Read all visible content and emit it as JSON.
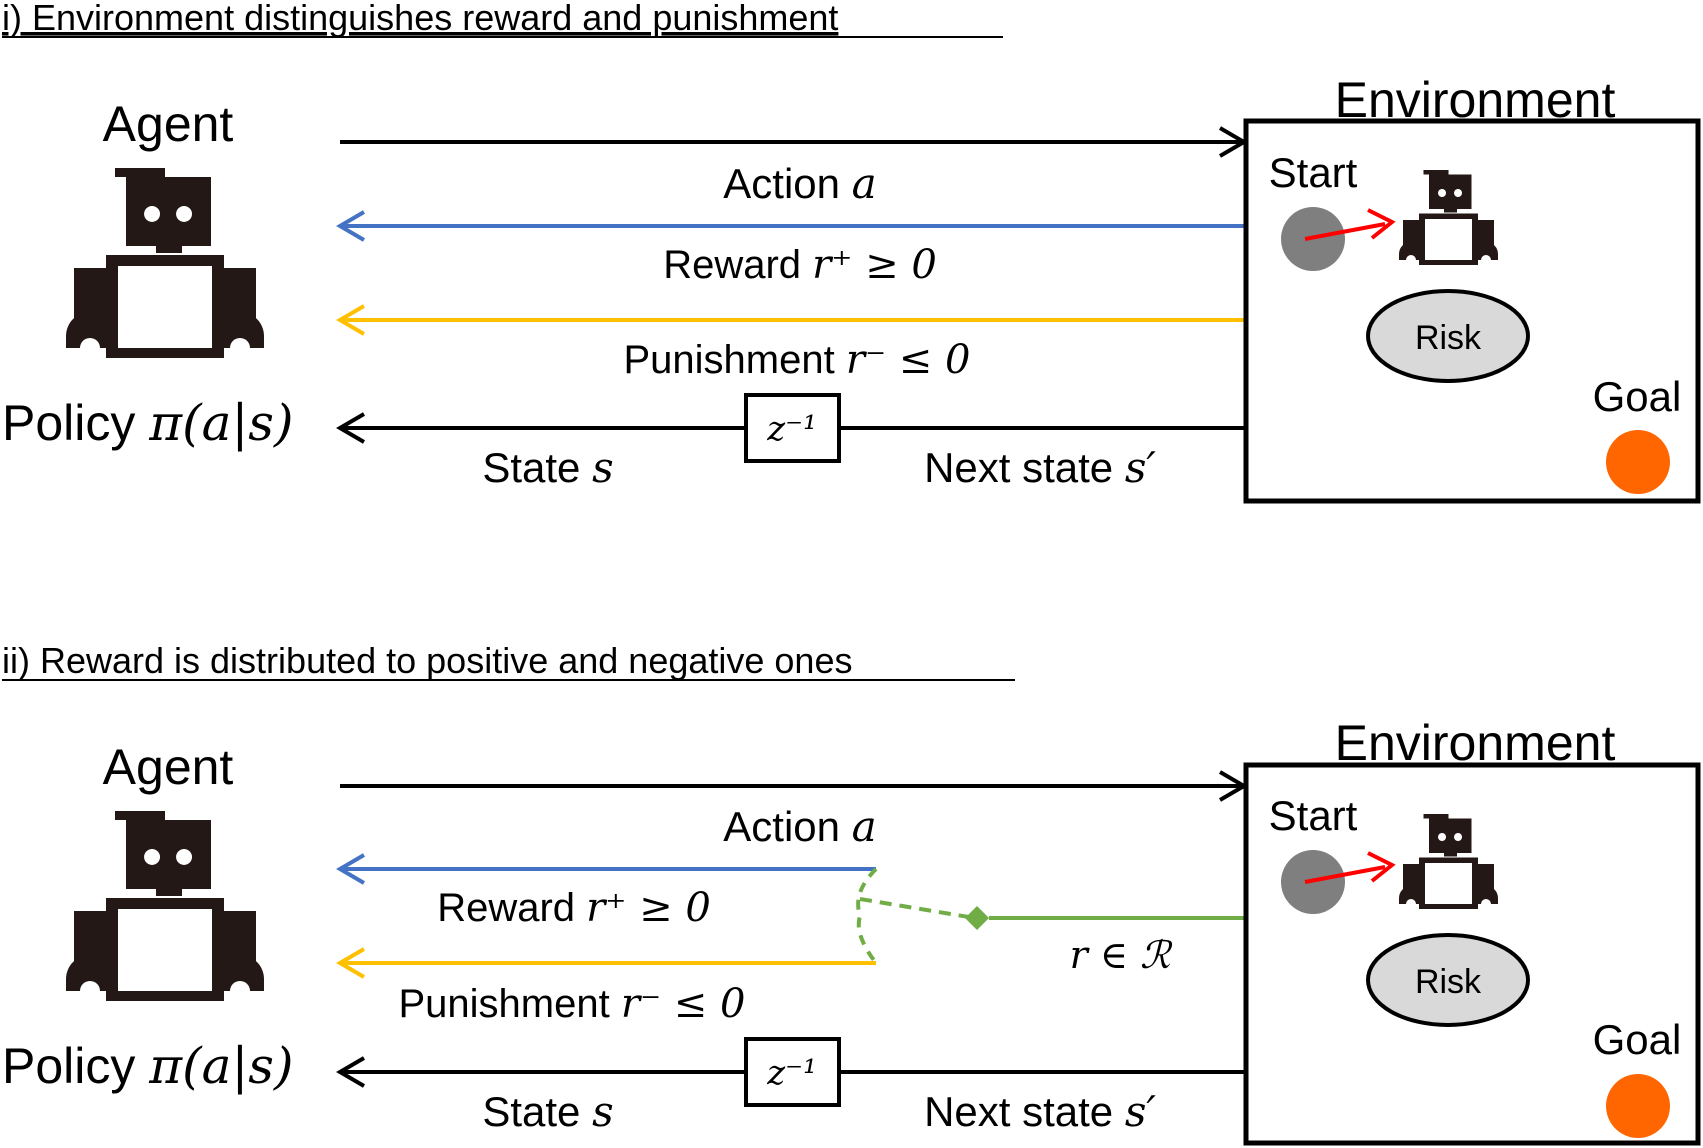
{
  "colors": {
    "action": "#000000",
    "reward": "#4472c4",
    "punishment": "#ffc000",
    "scalar_reward": "#70ad47",
    "start_dot": "#7f7f7f",
    "goal_dot": "#ff6600",
    "risk_fill": "#d9d9d9",
    "move_arrow": "#ff0000",
    "robot": "#231815"
  },
  "icons": {
    "agent_robot": "robot-icon",
    "env_robot": "robot-icon"
  },
  "panels": [
    {
      "title": "i) Environment distinguishes reward and punishment ",
      "agent_label": "Agent",
      "policy_label": "Policy ",
      "policy_math": "π(a|s)",
      "environment_label": "Environment",
      "start_label": "Start",
      "risk_label": "Risk",
      "goal_label": "Goal",
      "action_label": "Action ",
      "action_math": "a",
      "reward_label": "Reward ",
      "reward_math": "r⁺ ≥ 0",
      "punishment_label": "Punishment ",
      "punishment_math": "r⁻ ≤ 0",
      "state_label": "State ",
      "state_math": "s",
      "next_state_label": "Next state ",
      "next_state_math": "s′",
      "delay_label": "z⁻¹"
    },
    {
      "title": "ii) Reward is distributed to positive and negative ones",
      "agent_label": "Agent",
      "policy_label": "Policy ",
      "policy_math": "π(a|s)",
      "environment_label": "Environment",
      "start_label": "Start",
      "risk_label": "Risk",
      "goal_label": "Goal",
      "action_label": "Action ",
      "action_math": "a",
      "reward_label": "Reward ",
      "reward_math": "r⁺ ≥ 0",
      "punishment_label": "Punishment ",
      "punishment_math": "r⁻ ≤ 0",
      "state_label": "State ",
      "state_math": "s",
      "next_state_label": "Next state ",
      "next_state_math": "s′",
      "delay_label": "z⁻¹",
      "scalar_reward_math": "r ∈ ℛ"
    }
  ]
}
